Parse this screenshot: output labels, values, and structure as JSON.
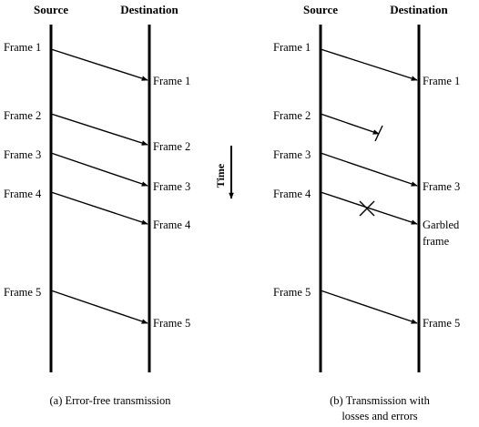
{
  "headers": {
    "source": "Source",
    "destination": "Destination"
  },
  "time_label": "Time",
  "left": {
    "caption": "(a) Error-free transmission",
    "frames": [
      {
        "send": "Frame 1",
        "recv": "Frame 1"
      },
      {
        "send": "Frame 2",
        "recv": "Frame 2"
      },
      {
        "send": "Frame 3",
        "recv": "Frame 3"
      },
      {
        "send": "Frame 4",
        "recv": "Frame 4"
      },
      {
        "send": "Frame 5",
        "recv": "Frame 5"
      }
    ]
  },
  "right": {
    "caption_line1": "(b) Transmission with",
    "caption_line2": "losses and errors",
    "frames": [
      {
        "send": "Frame 1",
        "recv": "Frame 1",
        "status": "delivered"
      },
      {
        "send": "Frame 2",
        "recv": "",
        "status": "lost"
      },
      {
        "send": "Frame 3",
        "recv": "Frame 3",
        "status": "delivered"
      },
      {
        "send": "Frame 4",
        "recv_line1": "Garbled",
        "recv_line2": "frame",
        "status": "garbled"
      },
      {
        "send": "Frame 5",
        "recv": "Frame 5",
        "status": "delivered"
      }
    ]
  }
}
